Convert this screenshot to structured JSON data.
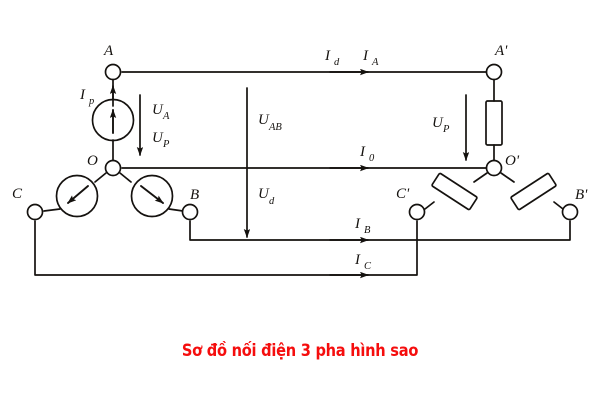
{
  "image": {
    "background_color": "#ffffff",
    "ink_color": "#15120f",
    "caption_color": "#f50d0d"
  },
  "caption": {
    "text": "Sơ đồ nối điện 3 pha hình sao"
  },
  "diagram": {
    "type": "three-phase star (wye) connection schematic",
    "source_side": {
      "neutral_node_label": "O",
      "terminals": [
        {
          "name": "terminal-a",
          "label": "A"
        },
        {
          "name": "terminal-b",
          "label": "B"
        },
        {
          "name": "terminal-c",
          "label": "C"
        }
      ],
      "sources": [
        {
          "name": "source-phase-a",
          "symbol": "arrow-up"
        },
        {
          "name": "source-phase-b",
          "symbol": "arrow-down-right"
        },
        {
          "name": "source-phase-c",
          "symbol": "arrow-down-left"
        }
      ]
    },
    "load_side": {
      "neutral_node_label": "O'",
      "terminals": [
        {
          "name": "terminal-a-prime",
          "label": "A'"
        },
        {
          "name": "terminal-b-prime",
          "label": "B'"
        },
        {
          "name": "terminal-c-prime",
          "label": "C'"
        }
      ],
      "loads": [
        {
          "name": "load-phase-a",
          "symbol": "resistor"
        },
        {
          "name": "load-phase-b",
          "symbol": "resistor"
        },
        {
          "name": "load-phase-c",
          "symbol": "resistor"
        }
      ]
    },
    "currents": [
      {
        "name": "current-ip",
        "base": "I",
        "sub": "p"
      },
      {
        "name": "current-id",
        "base": "I",
        "sub": "d"
      },
      {
        "name": "current-ia",
        "base": "I",
        "sub": "A"
      },
      {
        "name": "current-i0",
        "base": "I",
        "sub": "0"
      },
      {
        "name": "current-ib",
        "base": "I",
        "sub": "B"
      },
      {
        "name": "current-ic",
        "base": "I",
        "sub": "C"
      }
    ],
    "voltages": [
      {
        "name": "voltage-ua",
        "base": "U",
        "sub": "A"
      },
      {
        "name": "voltage-up-left",
        "base": "U",
        "sub": "P"
      },
      {
        "name": "voltage-uab",
        "base": "U",
        "sub": "AB"
      },
      {
        "name": "voltage-ud",
        "base": "U",
        "sub": "d"
      },
      {
        "name": "voltage-up-right",
        "base": "U",
        "sub": "P"
      }
    ]
  }
}
